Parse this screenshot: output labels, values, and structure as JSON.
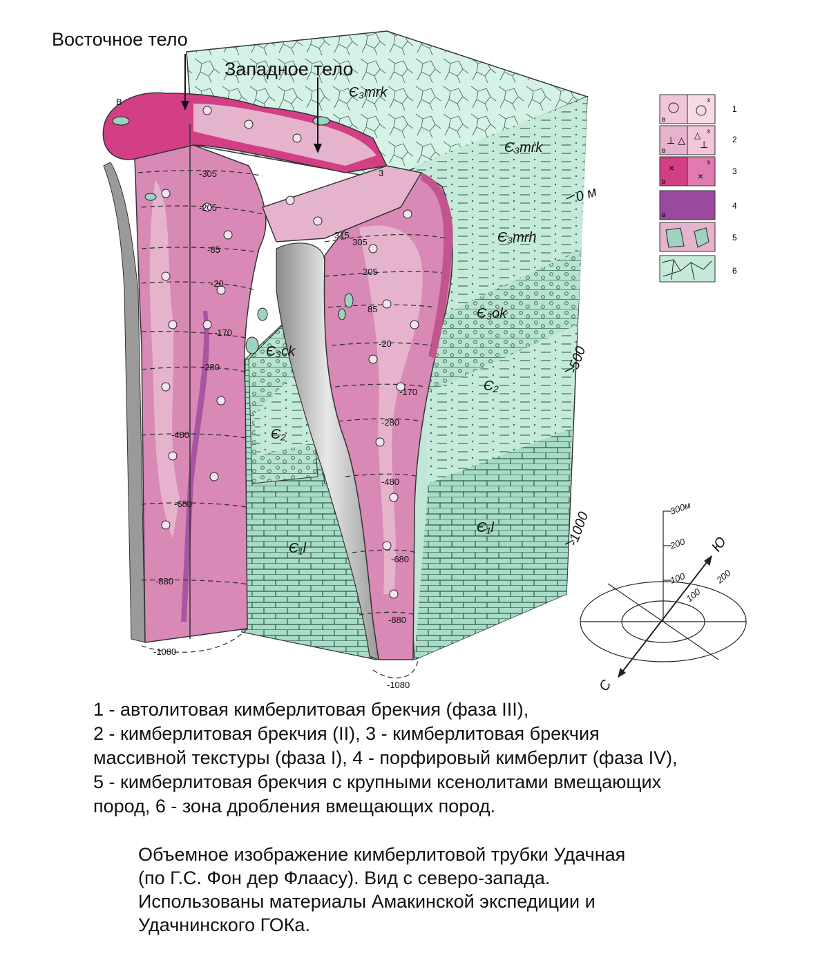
{
  "labels": {
    "east_body": "Восточное тело",
    "west_body": "Западное тело",
    "point_b": "В",
    "point_3": "3"
  },
  "formations": {
    "mrk_top": "Є₃mrk",
    "mrk_side": "Є₃mrk",
    "mrh": "Є₃mrh",
    "ok": "Є₃ok",
    "ck": "Є₃ck",
    "cambrian2_inner": "Є₂",
    "cambrian2_side": "Є₂",
    "l_inner": "Є₁l",
    "l_side": "Є₁l"
  },
  "depth_scale": [
    {
      "label": "0 м"
    },
    {
      "label": "-500"
    },
    {
      "label": "-1000"
    }
  ],
  "east_levels": [
    "-305",
    "-205",
    "-85",
    "-20",
    "-170",
    "-280",
    "-480",
    "-680",
    "-880",
    "-1080"
  ],
  "west_levels": [
    "315",
    "305",
    "205",
    "85",
    "-20",
    "-170",
    "-280",
    "-480",
    "-680",
    "-880",
    "-1080"
  ],
  "legend_keys": [
    "1",
    "2",
    "3",
    "4",
    "5",
    "6"
  ],
  "legend_sub": {
    "e": "в",
    "z": "з"
  },
  "compass": {
    "scale_top": "300м",
    "scale_mid": "200",
    "scale_low": "100",
    "ring_200": "200",
    "ring_100": "100",
    "south": "Ю",
    "north": "С"
  },
  "legend_text": [
    "1 - автолитовая кимберлитовая брекчия (фаза III),",
    "2 - кимберлитовая брекчия (II), 3 - кимберлитовая брекчия",
    "массивной текстуры (фаза I), 4 - порфировый кимберлит (фаза IV),",
    "5 - кимберлитовая брекчия с крупными ксенолитами вмещающих",
    "пород, 6 - зона дробления вмещающих пород."
  ],
  "caption": [
    "Объемное изображение кимберлитовой трубки Удачная",
    "(по Г.С. Фон дер Флаасу). Вид с северо-запада.",
    "Использованы материалы Амакинской экспедиции и",
    "Удачнинского ГОКа."
  ],
  "colors": {
    "host_green": "#bfe6d6",
    "host_green_dark": "#9ed4bf",
    "host_top": "#d5f2e6",
    "kimb_pink": "#d989b5",
    "kimb_light": "#e6b3cd",
    "kimb_dark": "#c2558e",
    "magenta": "#d23f84",
    "purple": "#9a4a9e",
    "gray": "#b8b8b8"
  }
}
